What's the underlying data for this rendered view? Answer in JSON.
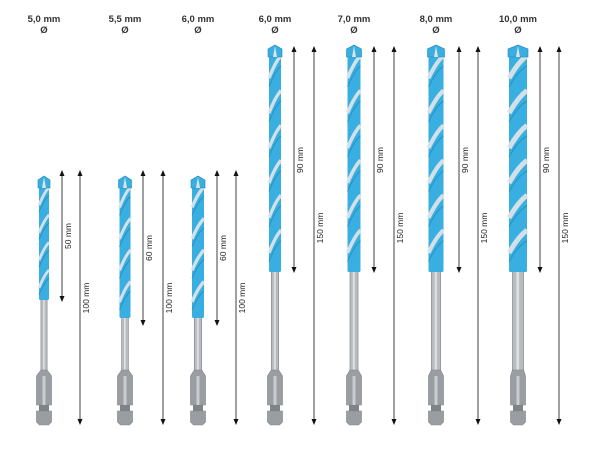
{
  "colors": {
    "flute": "#39aee0",
    "flute_dark": "#1f86b9",
    "steel": "#b8bcc0",
    "steel_dark": "#7e8388",
    "hex": "#9a9ea3",
    "arrow": "#111111"
  },
  "bits": [
    {
      "diameter": "5,0 mm",
      "symbol": "Ø",
      "flute_length": "50 mm",
      "total_length": "100 mm"
    },
    {
      "diameter": "5,5 mm",
      "symbol": "Ø",
      "flute_length": "60 mm",
      "total_length": "100 mm"
    },
    {
      "diameter": "6,0 mm",
      "symbol": "Ø",
      "flute_length": "60 mm",
      "total_length": "100 mm"
    },
    {
      "diameter": "6,0 mm",
      "symbol": "Ø",
      "flute_length": "90 mm",
      "total_length": "150 mm"
    },
    {
      "diameter": "7,0 mm",
      "symbol": "Ø",
      "flute_length": "90 mm",
      "total_length": "150 mm"
    },
    {
      "diameter": "8,0 mm",
      "symbol": "Ø",
      "flute_length": "90 mm",
      "total_length": "150 mm"
    },
    {
      "diameter": "10,0 mm",
      "symbol": "Ø",
      "flute_length": "90 mm",
      "total_length": "150 mm"
    }
  ]
}
